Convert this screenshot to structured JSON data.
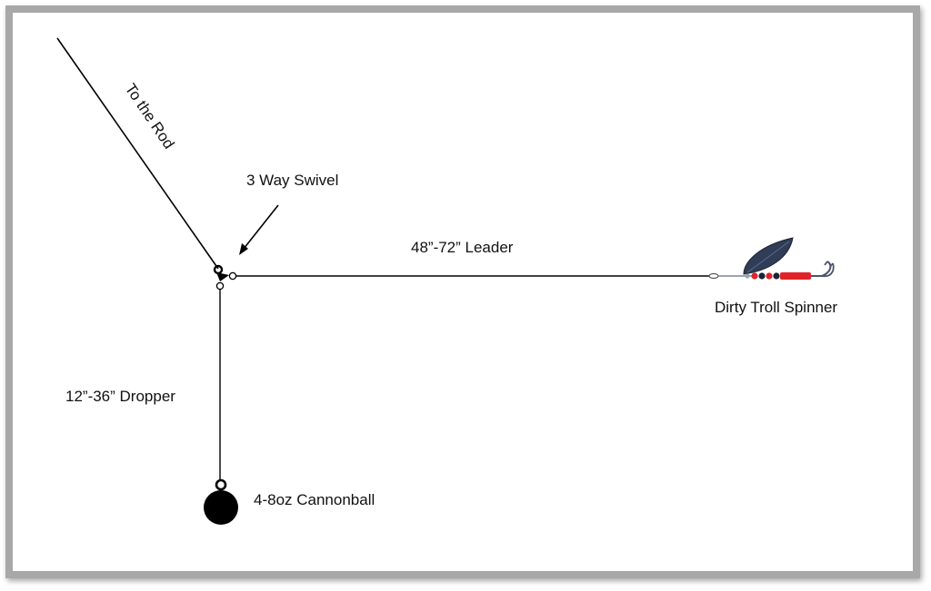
{
  "labels": {
    "rod": "To the Rod",
    "swivel": "3 Way Swivel",
    "leader": "48”-72” Leader",
    "dropper": "12”-36” Dropper",
    "weight": "4-8oz Cannonball",
    "lure": "Dirty Troll Spinner"
  },
  "colors": {
    "line": "#000000",
    "frame": "#a8a8a8",
    "blade": "#2f3d57",
    "bead_red": "#e0232a",
    "bead_dark": "#1c2433",
    "hook": "#4a5568"
  },
  "icons": {
    "swivel": "three-way-swivel-icon",
    "weight": "cannonball-weight-icon",
    "lure": "spinner-lure-icon"
  }
}
